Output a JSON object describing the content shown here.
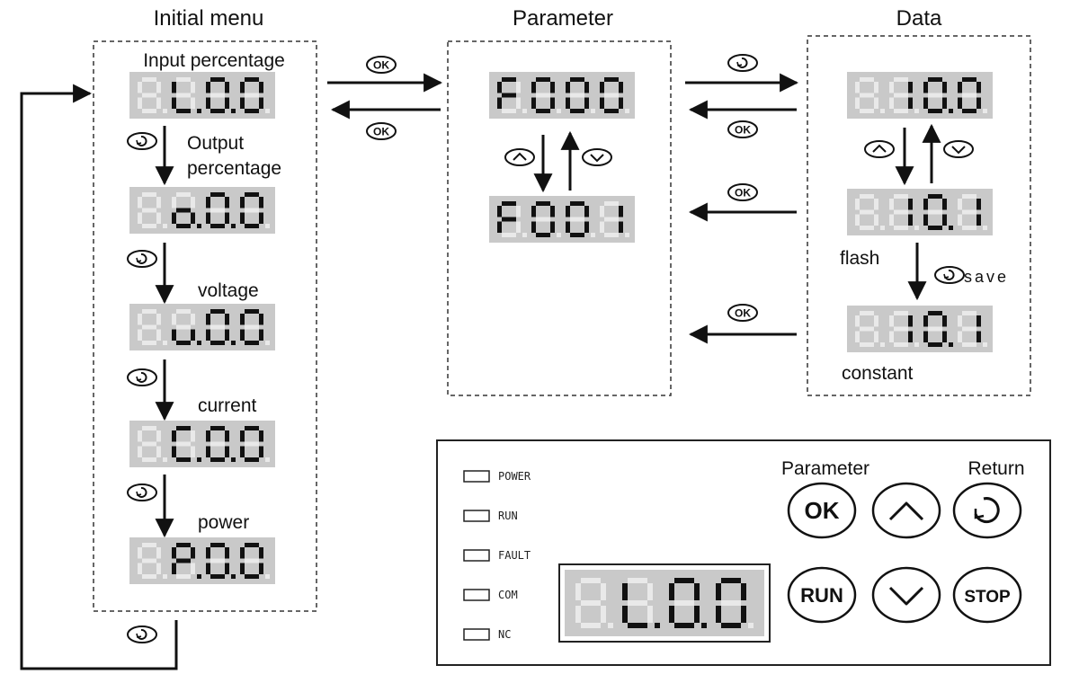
{
  "titles": {
    "initial_menu": "Initial menu",
    "parameter": "Parameter",
    "data": "Data"
  },
  "menu_labels": {
    "input": "Input percentage",
    "output_line1": "Output",
    "output_line2": "percentage",
    "voltage": "voltage",
    "current": "current",
    "power": "power"
  },
  "data_labels": {
    "flash": "flash",
    "save": "save",
    "constant": "constant"
  },
  "buttons": {
    "ok": "OK",
    "run": "RUN",
    "stop": "STOP"
  },
  "icons": {
    "return": "return-icon",
    "up": "up-chevron-icon",
    "down": "down-chevron-icon"
  },
  "panel": {
    "parameter_label": "Parameter",
    "return_label": "Return",
    "leds": [
      "POWER",
      "RUN",
      "FAULT",
      "COM",
      "NC"
    ],
    "display": "L.0.0"
  },
  "displays": {
    "menu": [
      "L.0.0",
      "o.0.0",
      "u.0.0",
      "C.0.0",
      "P.0.0"
    ],
    "parameter": [
      "F000",
      "F001"
    ],
    "data": [
      "10.0",
      "10.1",
      "10.1"
    ]
  },
  "colors": {
    "lcd_bg": "#c9c9c9",
    "lcd_on": "#111111",
    "lcd_off": "#e9e9e9"
  }
}
